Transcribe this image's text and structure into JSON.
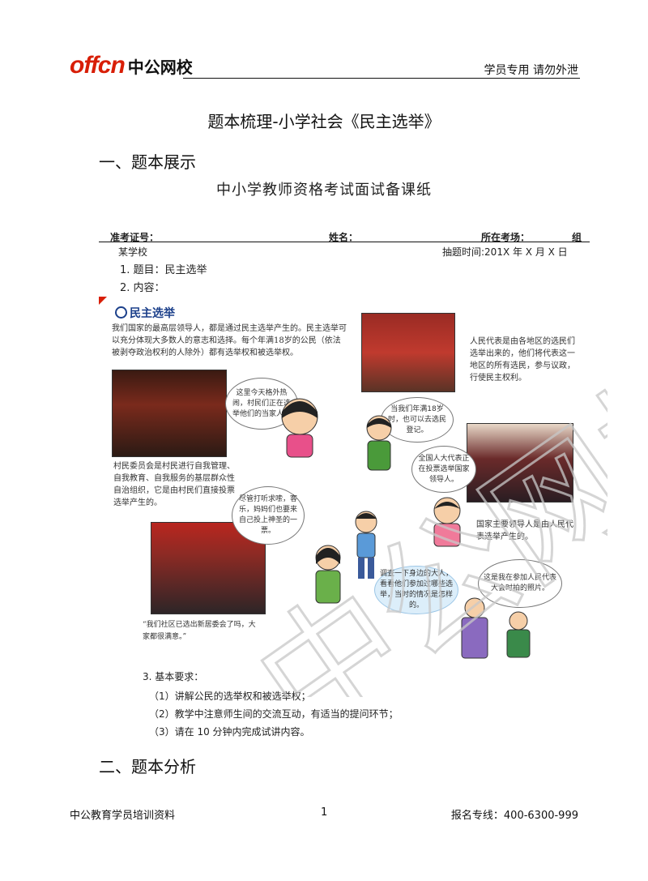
{
  "header": {
    "logo_en": "offcn",
    "logo_cn": "中公网校",
    "right_text": "学员专用 请勿外泄"
  },
  "document": {
    "title": "题本梳理-小学社会《民主选举》",
    "section1": "一、题本展示",
    "section2": "二、题本分析"
  },
  "exam_paper": {
    "title": "中小学教师资格考试面试备课纸",
    "fields": {
      "admission_label": "准考证号：",
      "name_label": "姓名：",
      "venue_label": "所在考场：",
      "group_label": "组"
    },
    "school": "某学校",
    "draw_time": "抽题时间:201X 年 X 月 X 日",
    "topic": "1. 题目：民主选举",
    "content_label": "2. 内容："
  },
  "textbook": {
    "badge": "民主选举",
    "intro": "我们国家的最高层领导人，都是通过民主选举产生的。民主选举可以充分体现大多数人的意志和选择。每个年满18岁的公民（依法被剥夺政治权利的人除外）都有选举权和被选举权。",
    "caption_village": "村民委员会是村民进行自我管理、自我教育、自我服务的基层群众性自治组织，它是由村民们直接投票选举产生的。",
    "caption_deputies": "人民代表是由各地区的选民们选举出来的，他们将代表这一地区的所有选民，参与议政，行使民主权利。",
    "caption_leaders": "国家主要领导人是由人民代表选举产生的。",
    "caption_community": "“我们社区已选出新居委会了吗，大家都很满意。”",
    "bubble_1": "这里今天格外热闹，村民们正在选举他们的当家人。",
    "bubble_2": "当我们年满18岁时，也可以去选民登记。",
    "bubble_3": "全国人大代表正在投票选举国家领导人。",
    "bubble_4": "尽管打听求嗦，客乐，妈妈们也要来自己投上神圣的一票。",
    "bubble_5": "调查一下身边的大人，看看他们参加过哪些选举，当时的情况是怎样的。",
    "bubble_6": "这是我在参加人民代表大会时拍的照片。"
  },
  "requirements": {
    "label": "3. 基本要求：",
    "items": [
      "（1）讲解公民的选举权和被选举权；",
      "（2）教学中注意师生间的交流互动，有适当的提问环节；",
      "（3）请在 10 分钟内完成试讲内容。"
    ]
  },
  "watermark": {
    "text": "中公网校"
  },
  "footer": {
    "left": "中公教育学员培训资料",
    "page": "1",
    "right": "报名专线：400-6300-999"
  },
  "colors": {
    "brand_red": "#d81e06",
    "badge_blue": "#1b3f8a"
  }
}
